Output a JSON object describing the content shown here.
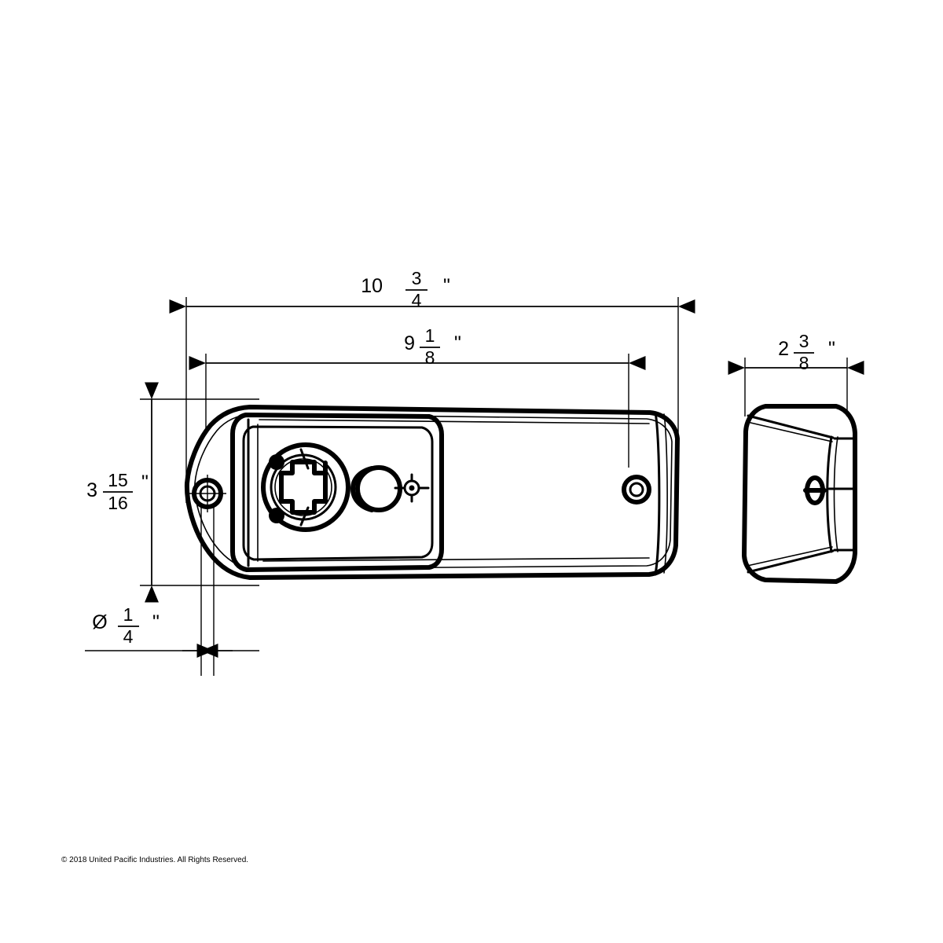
{
  "document": {
    "type": "technical-dimension-drawing",
    "subject": "vehicle lamp / license light housing",
    "background_color": "#ffffff",
    "line_color": "#000000"
  },
  "dimensions": {
    "overall_length": {
      "name": "overall-length-dimension",
      "whole": "10",
      "numerator": "3",
      "denominator": "4",
      "unit": "\"",
      "orientation": "horizontal",
      "position": "top"
    },
    "body_length": {
      "name": "body-length-dimension",
      "whole": "9",
      "numerator": "1",
      "denominator": "8",
      "unit": "\"",
      "orientation": "horizontal",
      "position": "upper-middle"
    },
    "overall_width": {
      "name": "overall-width-dimension",
      "whole": "3",
      "numerator": "15",
      "denominator": "16",
      "unit": "\"",
      "orientation": "vertical",
      "position": "left"
    },
    "hole_diameter": {
      "name": "mounting-hole-diameter-dimension",
      "symbol": "Ø",
      "whole": "",
      "numerator": "1",
      "denominator": "4",
      "unit": "\"",
      "orientation": "horizontal",
      "position": "bottom-left"
    },
    "side_depth": {
      "name": "side-view-depth-dimension",
      "whole": "2",
      "numerator": "3",
      "denominator": "8",
      "unit": "\"",
      "orientation": "horizontal",
      "position": "right"
    }
  },
  "views": {
    "top_view": {
      "name": "top-view",
      "features": [
        "teardrop-housing-outline",
        "rounded-rectangular-bezel",
        "bulb-socket-with-cross-opening",
        "round-grommet-plug",
        "left-mounting-hole",
        "right-mounting-hole",
        "bezel-screw"
      ]
    },
    "side_view": {
      "name": "side-view",
      "features": [
        "rounded-square-end-profile",
        "center-screw-detail"
      ]
    }
  },
  "footer": {
    "copyright": "© 2018 United Pacific Industries. All Rights Reserved."
  }
}
